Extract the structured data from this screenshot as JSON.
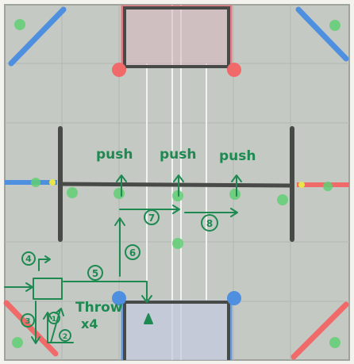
{
  "colors": {
    "field": "#c5c9c3",
    "field_shade": "#b8bdb6",
    "red": "#f06a6a",
    "blue": "#4f8fe0",
    "pole": "#474a47",
    "annotation": "#1e8a52",
    "ball_green": "#5fcf74",
    "ball_yellow": "#e8e44a"
  },
  "annotations": {
    "push_left": "push",
    "push_center": "push",
    "push_right": "push",
    "step_4": "4",
    "step_5": "5",
    "step_6": "6",
    "step_7": "7",
    "step_8": "8",
    "step_1": "1",
    "step_2": "2",
    "step_3": "3",
    "throw": "Throw",
    "throw_count": "x4"
  }
}
